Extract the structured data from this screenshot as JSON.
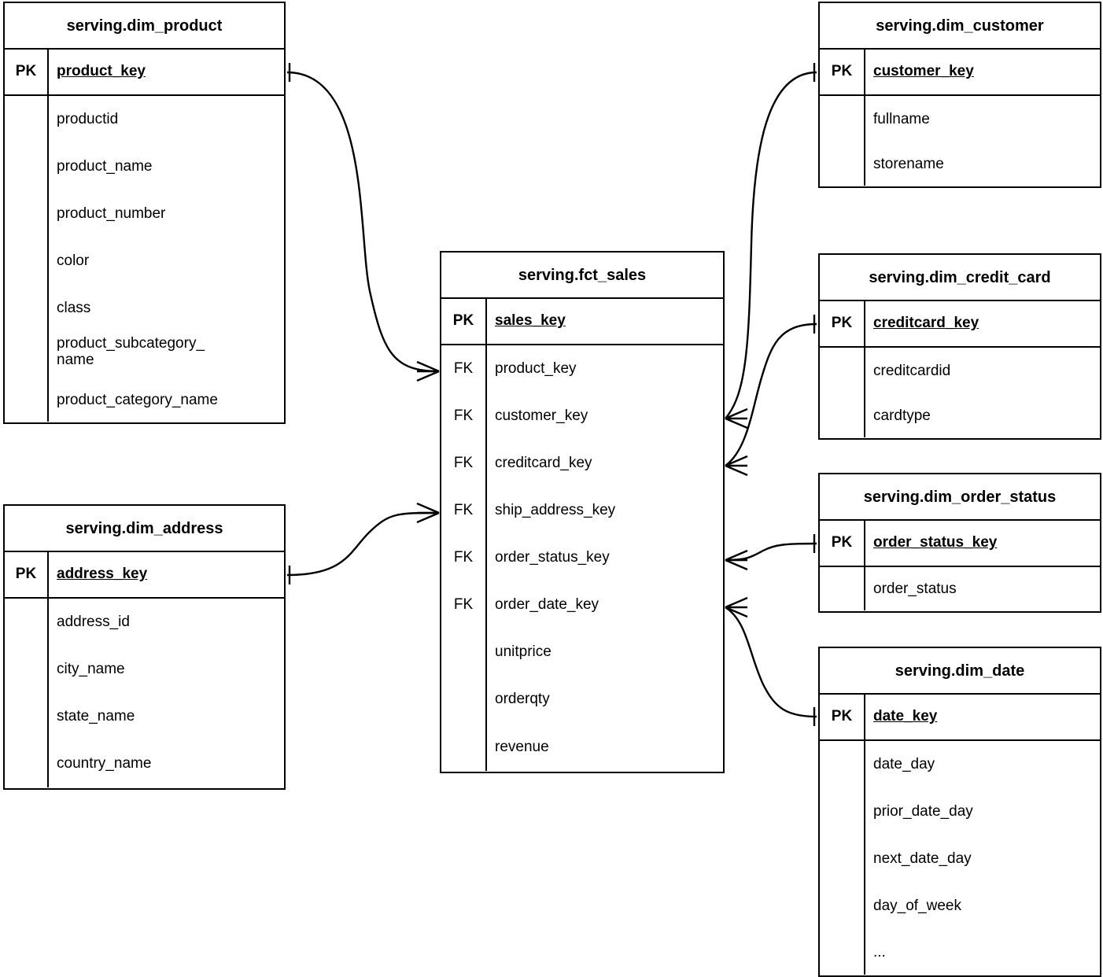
{
  "diagram": {
    "title": "serving schema star model",
    "type": "entity-relationship-diagram",
    "notation": "crow's-foot",
    "line_color": "#000000",
    "background_color": "#ffffff"
  },
  "key_labels": {
    "pk": "PK",
    "fk": "FK",
    "blank": ""
  },
  "entities": {
    "dim_product": {
      "title": "serving.dim_product",
      "pk_key": "PK",
      "pk_field": "product_key",
      "attributes": [
        "productid",
        "product_name",
        "product_number",
        "color",
        "class",
        "product_subcategory_\nname",
        "product_category_name"
      ]
    },
    "dim_address": {
      "title": "serving.dim_address",
      "pk_key": "PK",
      "pk_field": "address_key",
      "attributes": [
        "address_id",
        "city_name",
        "state_name",
        "country_name"
      ]
    },
    "fct_sales": {
      "title": "serving.fct_sales",
      "pk_key": "PK",
      "pk_field": "sales_key",
      "rows": [
        {
          "key": "FK",
          "field": "product_key"
        },
        {
          "key": "FK",
          "field": "customer_key"
        },
        {
          "key": "FK",
          "field": "creditcard_key"
        },
        {
          "key": "FK",
          "field": "ship_address_key"
        },
        {
          "key": "FK",
          "field": "order_status_key"
        },
        {
          "key": "FK",
          "field": "order_date_key"
        },
        {
          "key": "",
          "field": "unitprice"
        },
        {
          "key": "",
          "field": "orderqty"
        },
        {
          "key": "",
          "field": "revenue"
        }
      ]
    },
    "dim_customer": {
      "title": "serving.dim_customer",
      "pk_key": "PK",
      "pk_field": "customer_key",
      "attributes": [
        "fullname",
        "storename"
      ]
    },
    "dim_credit_card": {
      "title": "serving.dim_credit_card",
      "pk_key": "PK",
      "pk_field": "creditcard_key",
      "attributes": [
        "creditcardid",
        "cardtype"
      ]
    },
    "dim_order_status": {
      "title": "serving.dim_order_status",
      "pk_key": "PK",
      "pk_field": "order_status_key",
      "attributes": [
        "order_status"
      ]
    },
    "dim_date": {
      "title": "serving.dim_date",
      "pk_key": "PK",
      "pk_field": "date_key",
      "attributes": [
        "date_day",
        "prior_date_day",
        "next_date_day",
        "day_of_week",
        "..."
      ]
    }
  },
  "relationships": [
    {
      "from": "dim_product.product_key",
      "to": "fct_sales.product_key",
      "from_cardinality": "one",
      "to_cardinality": "many"
    },
    {
      "from": "dim_address.address_key",
      "to": "fct_sales.ship_address_key",
      "from_cardinality": "one",
      "to_cardinality": "many"
    },
    {
      "from": "dim_customer.customer_key",
      "to": "fct_sales.customer_key",
      "from_cardinality": "one",
      "to_cardinality": "many"
    },
    {
      "from": "dim_credit_card.creditcard_key",
      "to": "fct_sales.creditcard_key",
      "from_cardinality": "one",
      "to_cardinality": "many"
    },
    {
      "from": "dim_order_status.order_status_key",
      "to": "fct_sales.order_status_key",
      "from_cardinality": "one",
      "to_cardinality": "many"
    },
    {
      "from": "dim_date.date_key",
      "to": "fct_sales.order_date_key",
      "from_cardinality": "one",
      "to_cardinality": "many"
    }
  ]
}
